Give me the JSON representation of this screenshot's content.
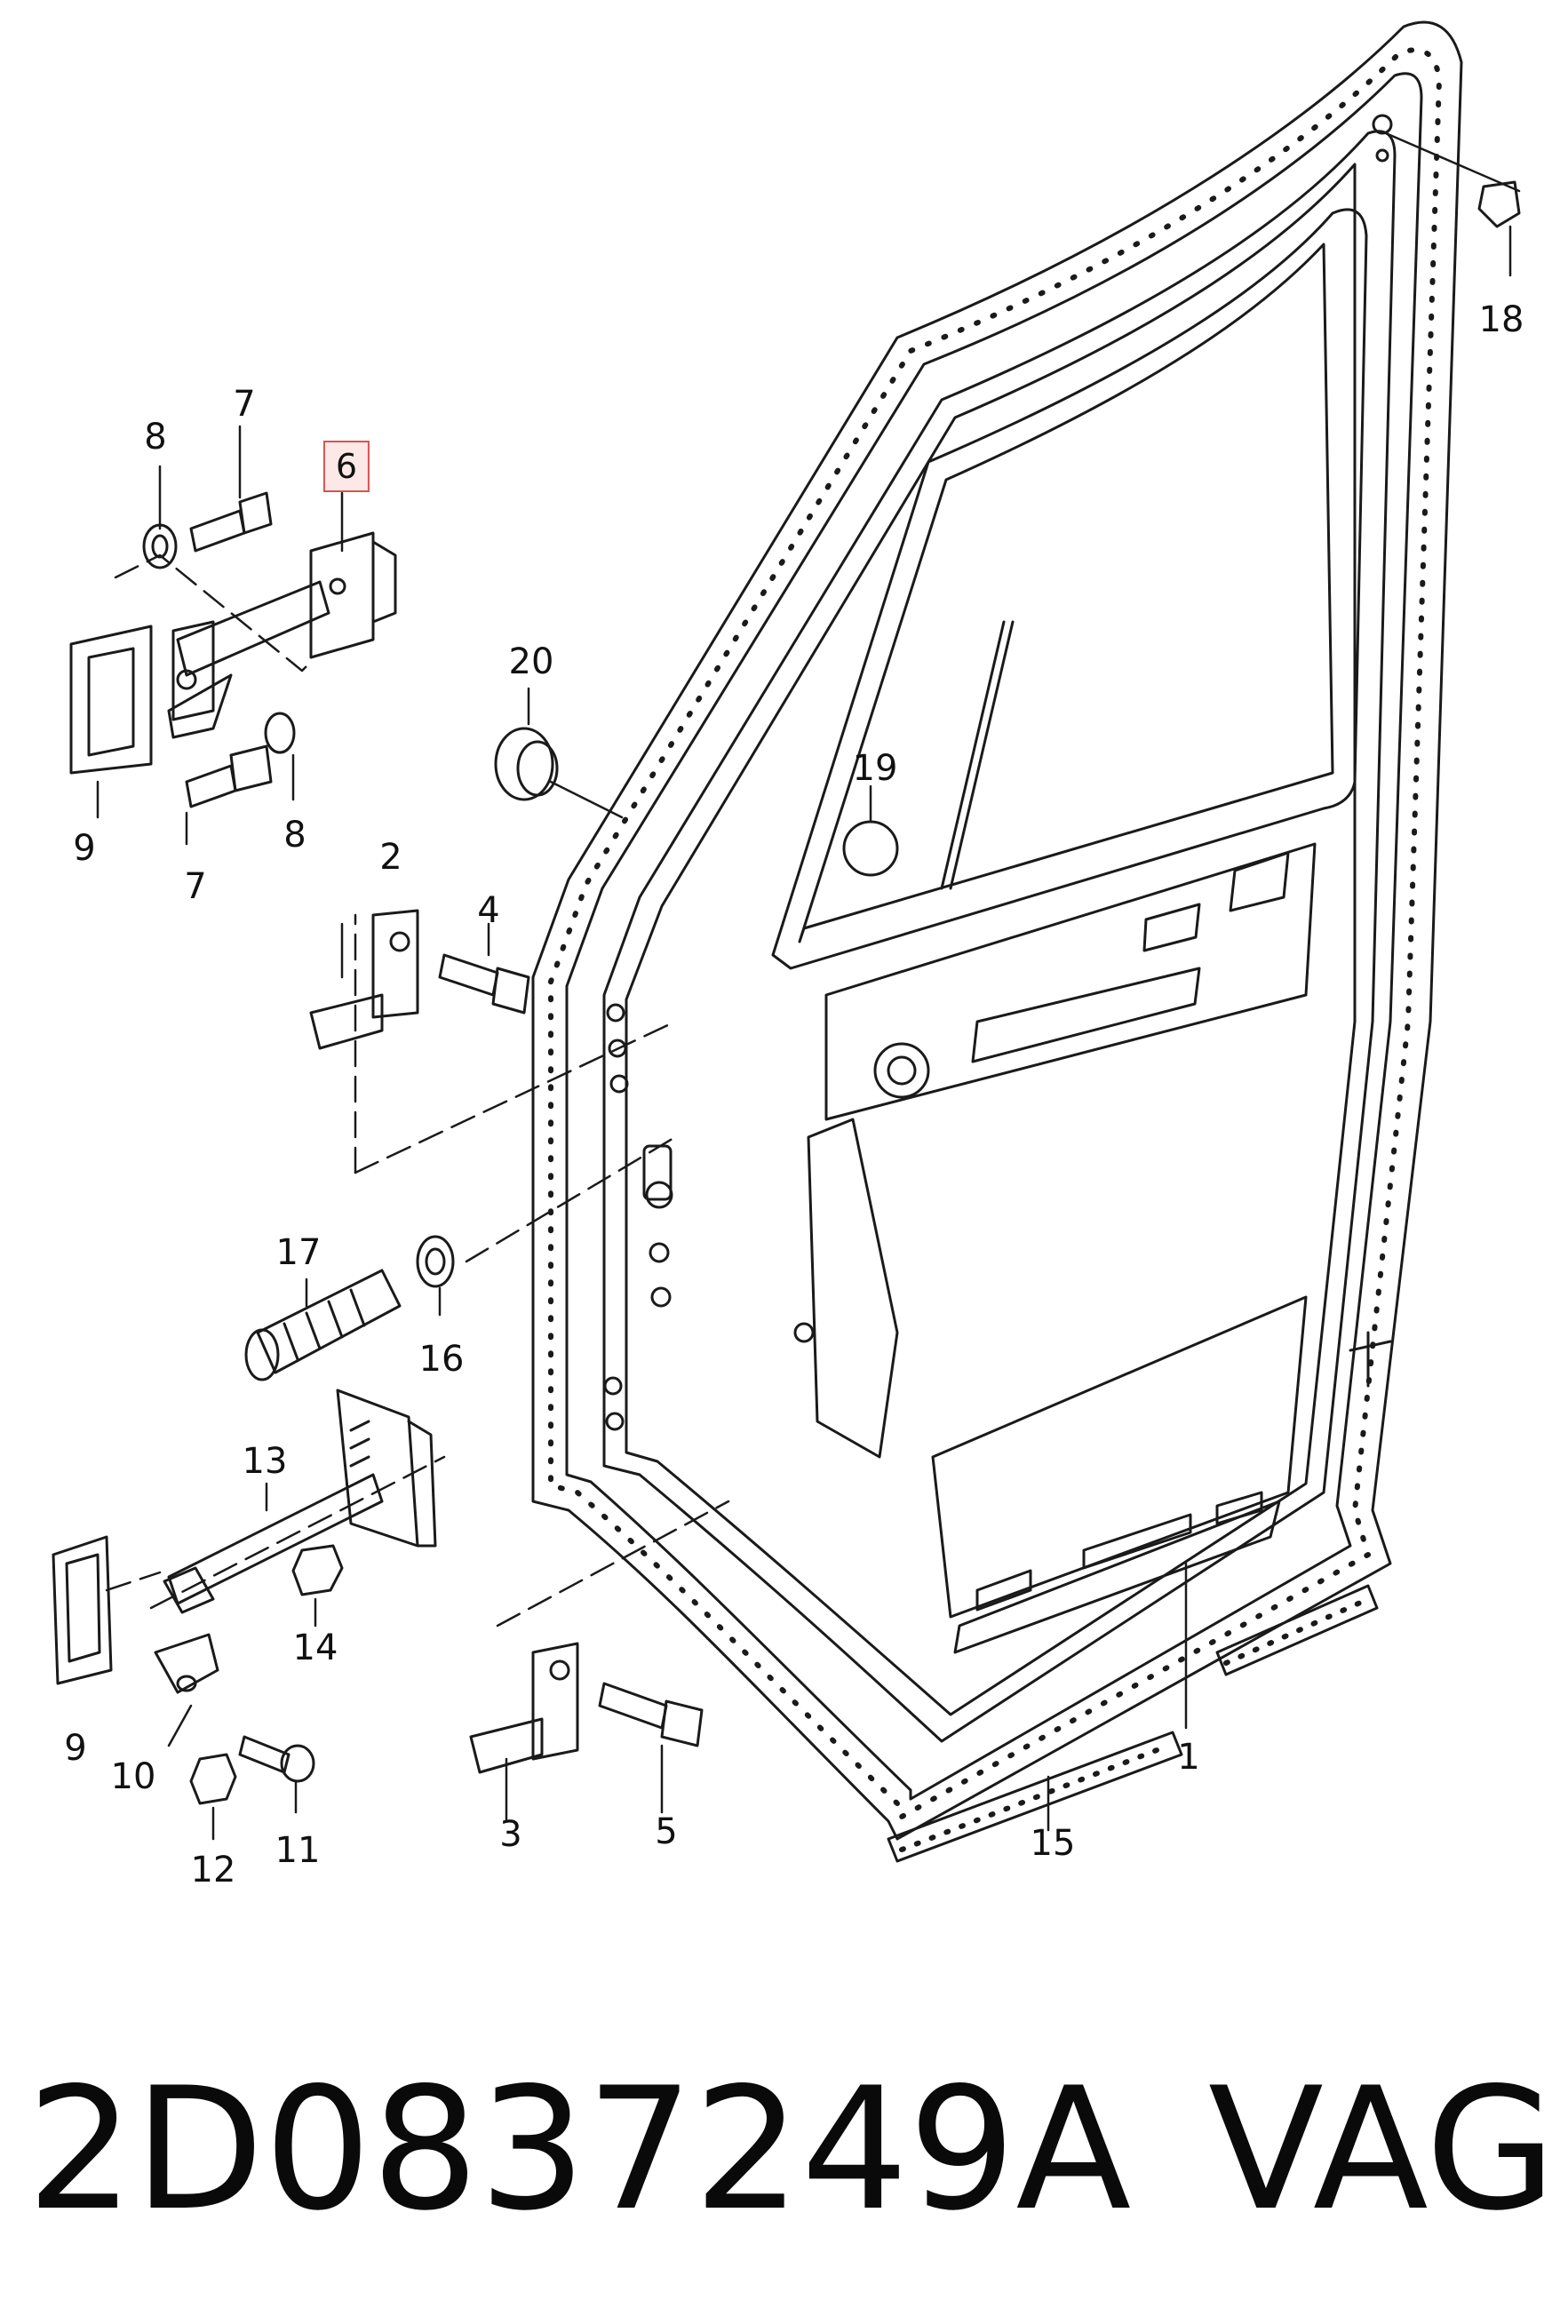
{
  "callouts": {
    "p1": "1",
    "p2": "2",
    "p3": "3",
    "p4": "4",
    "p5": "5",
    "p6": "6",
    "p7a": "7",
    "p7b": "7",
    "p8a": "8",
    "p8b": "8",
    "p9a": "9",
    "p9b": "9",
    "p10": "10",
    "p11": "11",
    "p12": "12",
    "p13": "13",
    "p14": "14",
    "p15": "15",
    "p16": "16",
    "p17": "17",
    "p18": "18",
    "p19": "19",
    "p20": "20"
  },
  "highlighted_callout": "6",
  "caption": {
    "part_number": "2D0837249A",
    "brand": "VAG"
  },
  "colors": {
    "line": "#1a1a1a",
    "highlight_border": "#d9534f",
    "highlight_fill": "#fde8e8"
  }
}
